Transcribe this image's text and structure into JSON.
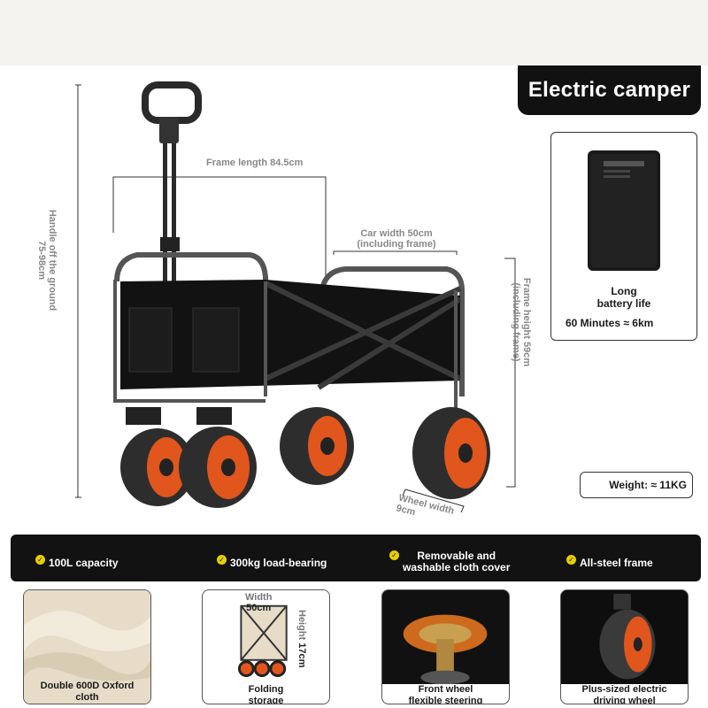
{
  "title": "Electric camper",
  "dimensions": {
    "frame_length": "Frame length 84.5cm",
    "handle_height_line1": "Handle off the ground",
    "handle_height_line2": "75-98cm",
    "car_width_line1": "Car width 50cm",
    "car_width_line2": "(including frame)",
    "frame_height_line1": "Frame height 59cm",
    "frame_height_line2": "(including frame)",
    "wheel_width_line1": "Wheel width",
    "wheel_width_line2": "9cm"
  },
  "battery": {
    "label_line1": "Long",
    "label_line2": "battery life",
    "range": "60 Minutes ≈ 6km"
  },
  "weight": "Weight: ≈ 11KG",
  "features": [
    {
      "line1": "100L capacity",
      "line2": ""
    },
    {
      "line1": "300kg load-bearing",
      "line2": ""
    },
    {
      "line1": "Removable and",
      "line2": "washable cloth cover"
    },
    {
      "line1": "All-steel frame",
      "line2": ""
    }
  ],
  "thumbnails": [
    {
      "line1": "Double 600D Oxford",
      "line2": "cloth"
    },
    {
      "line1": "Folding",
      "line2": "storage",
      "width_label": "Width",
      "width_value": "50cm",
      "height_label": "Height",
      "height_value": "17cm"
    },
    {
      "line1": "Front wheel",
      "line2": "flexible steering"
    },
    {
      "line1": "Plus-sized electric",
      "line2": "driving wheel"
    }
  ],
  "colors": {
    "accent_orange": "#e0561c",
    "dark": "#111111",
    "check_yellow": "#e8d000"
  }
}
